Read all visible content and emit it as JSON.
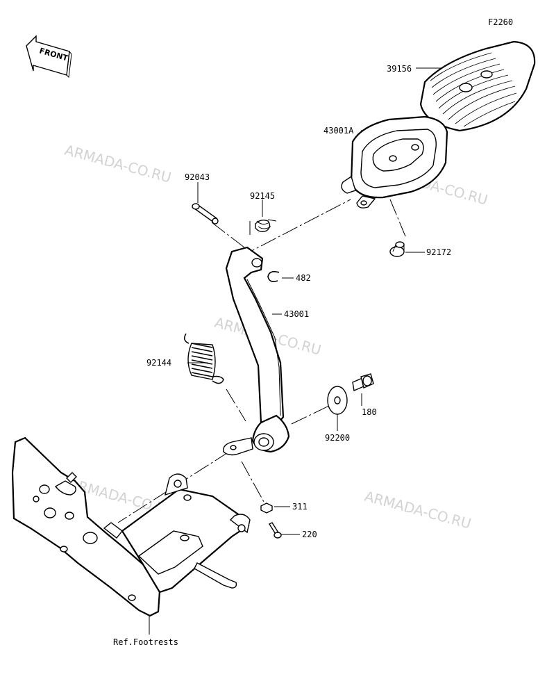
{
  "diagram_code": "F2260",
  "front_label": "FRONT",
  "watermark": "ARMADA-CO.RU",
  "ref_label": "Ref.Footrests",
  "parts": {
    "p39156": "39156",
    "p43001A": "43001A",
    "p92043": "92043",
    "p92145": "92145",
    "p92172": "92172",
    "p482": "482",
    "p43001": "43001",
    "p92144": "92144",
    "p180": "180",
    "p92200": "92200",
    "p311": "311",
    "p220": "220"
  }
}
